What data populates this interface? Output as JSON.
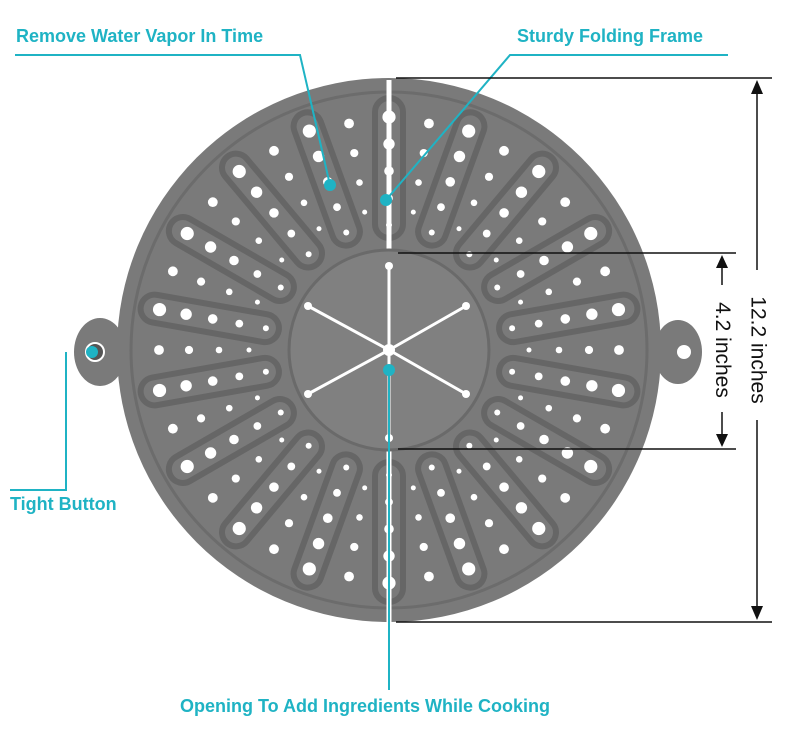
{
  "callouts": {
    "vapor": "Remove Water Vapor In Time",
    "frame": "Sturdy Folding Frame",
    "button": "Tight Button",
    "opening": "Opening To Add Ingredients While Cooking"
  },
  "dimensions": {
    "outer": "12.2 inches",
    "inner": "4.2 inches"
  },
  "colors": {
    "accent": "#1fb3c4",
    "silicone": "#7a7a7a",
    "silicone_dark": "#666666",
    "frame": "#ffffff"
  }
}
